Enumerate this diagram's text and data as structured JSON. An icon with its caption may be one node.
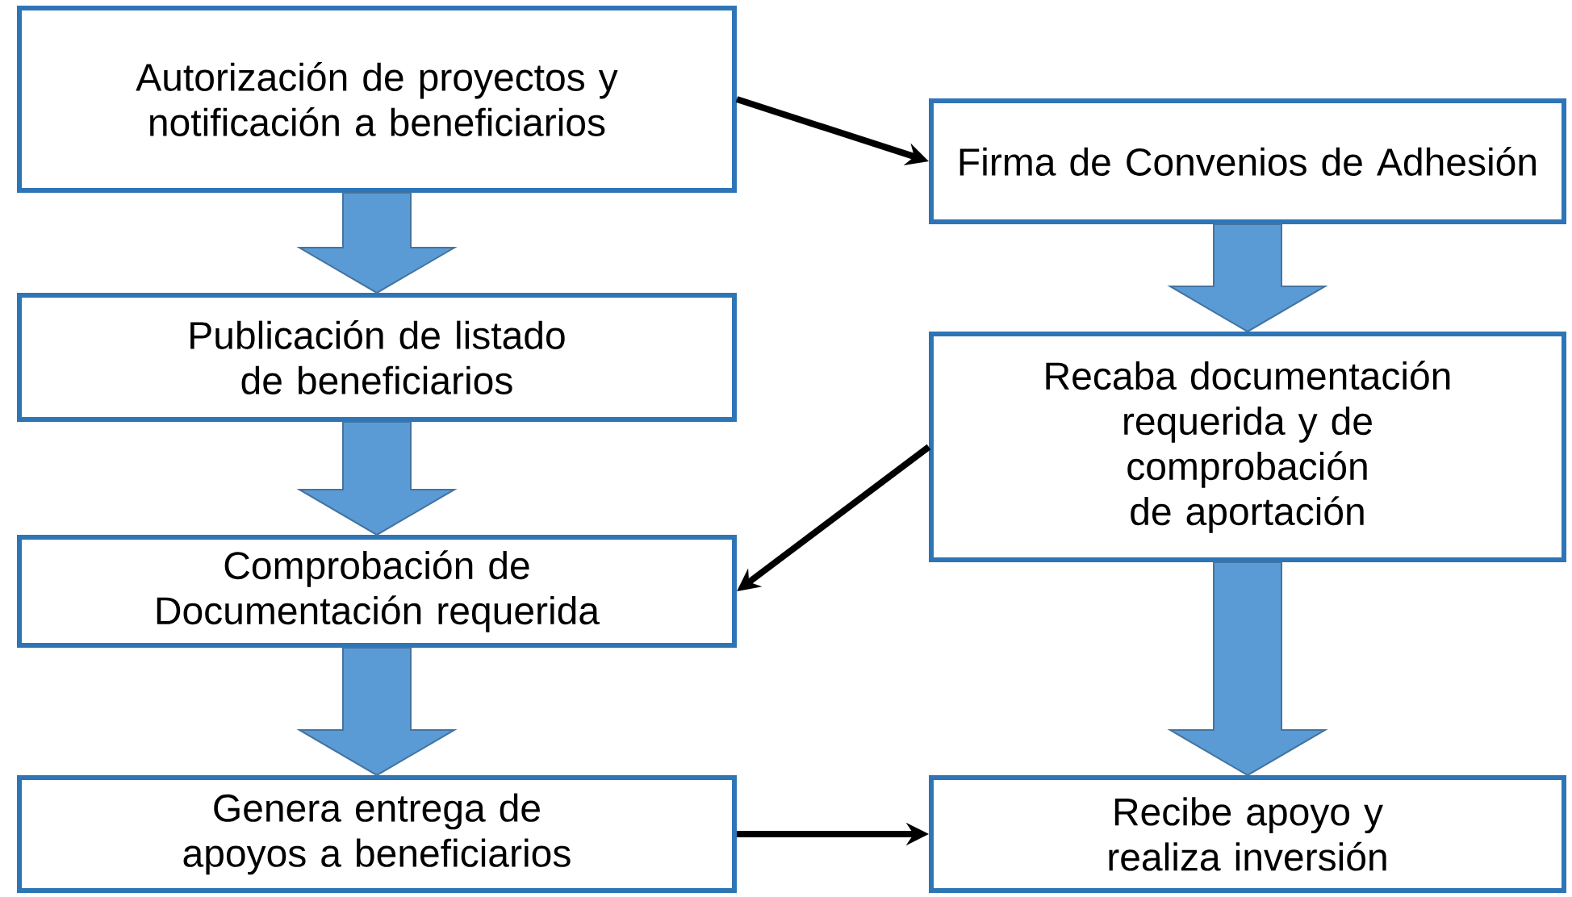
{
  "diagram": {
    "nodes": [
      {
        "text": [
          "Autorización de proyectos y notificación a beneficiarios"
        ]
      },
      {
        "text": [
          "Firma de Convenios de Adhesión"
        ]
      },
      {
        "text": [
          "Publicación  de listado de beneficiarios"
        ]
      },
      {
        "text": [
          "Recaba documentación requerida y de comprobación de aportación"
        ]
      },
      {
        "text": [
          "Comprobación de Documentación requerida"
        ]
      },
      {
        "text": [
          "Genera entrega de apoyos a beneficiarios"
        ]
      },
      {
        "text": [
          "Recibe apoyo y realiza inversión"
        ]
      }
    ],
    "edges": [
      {
        "from": 0,
        "to": 2,
        "arrow": "to",
        "style": "thick"
      },
      {
        "from": 2,
        "to": 4,
        "arrow": "to",
        "style": "thick"
      },
      {
        "from": 4,
        "to": 5,
        "arrow": "to",
        "style": "thick"
      },
      {
        "from": 1,
        "to": 3,
        "arrow": "to",
        "style": "thick"
      },
      {
        "from": 3,
        "to": 6,
        "arrow": "to",
        "style": "thick"
      },
      {
        "from": 0,
        "to": 1,
        "arrow": "to",
        "color": "#000000"
      },
      {
        "from": 3,
        "to": 4,
        "arrow": "to",
        "color": "#000000"
      },
      {
        "from": 5,
        "to": 6,
        "arrow": "to",
        "color": "#000000"
      }
    ]
  }
}
